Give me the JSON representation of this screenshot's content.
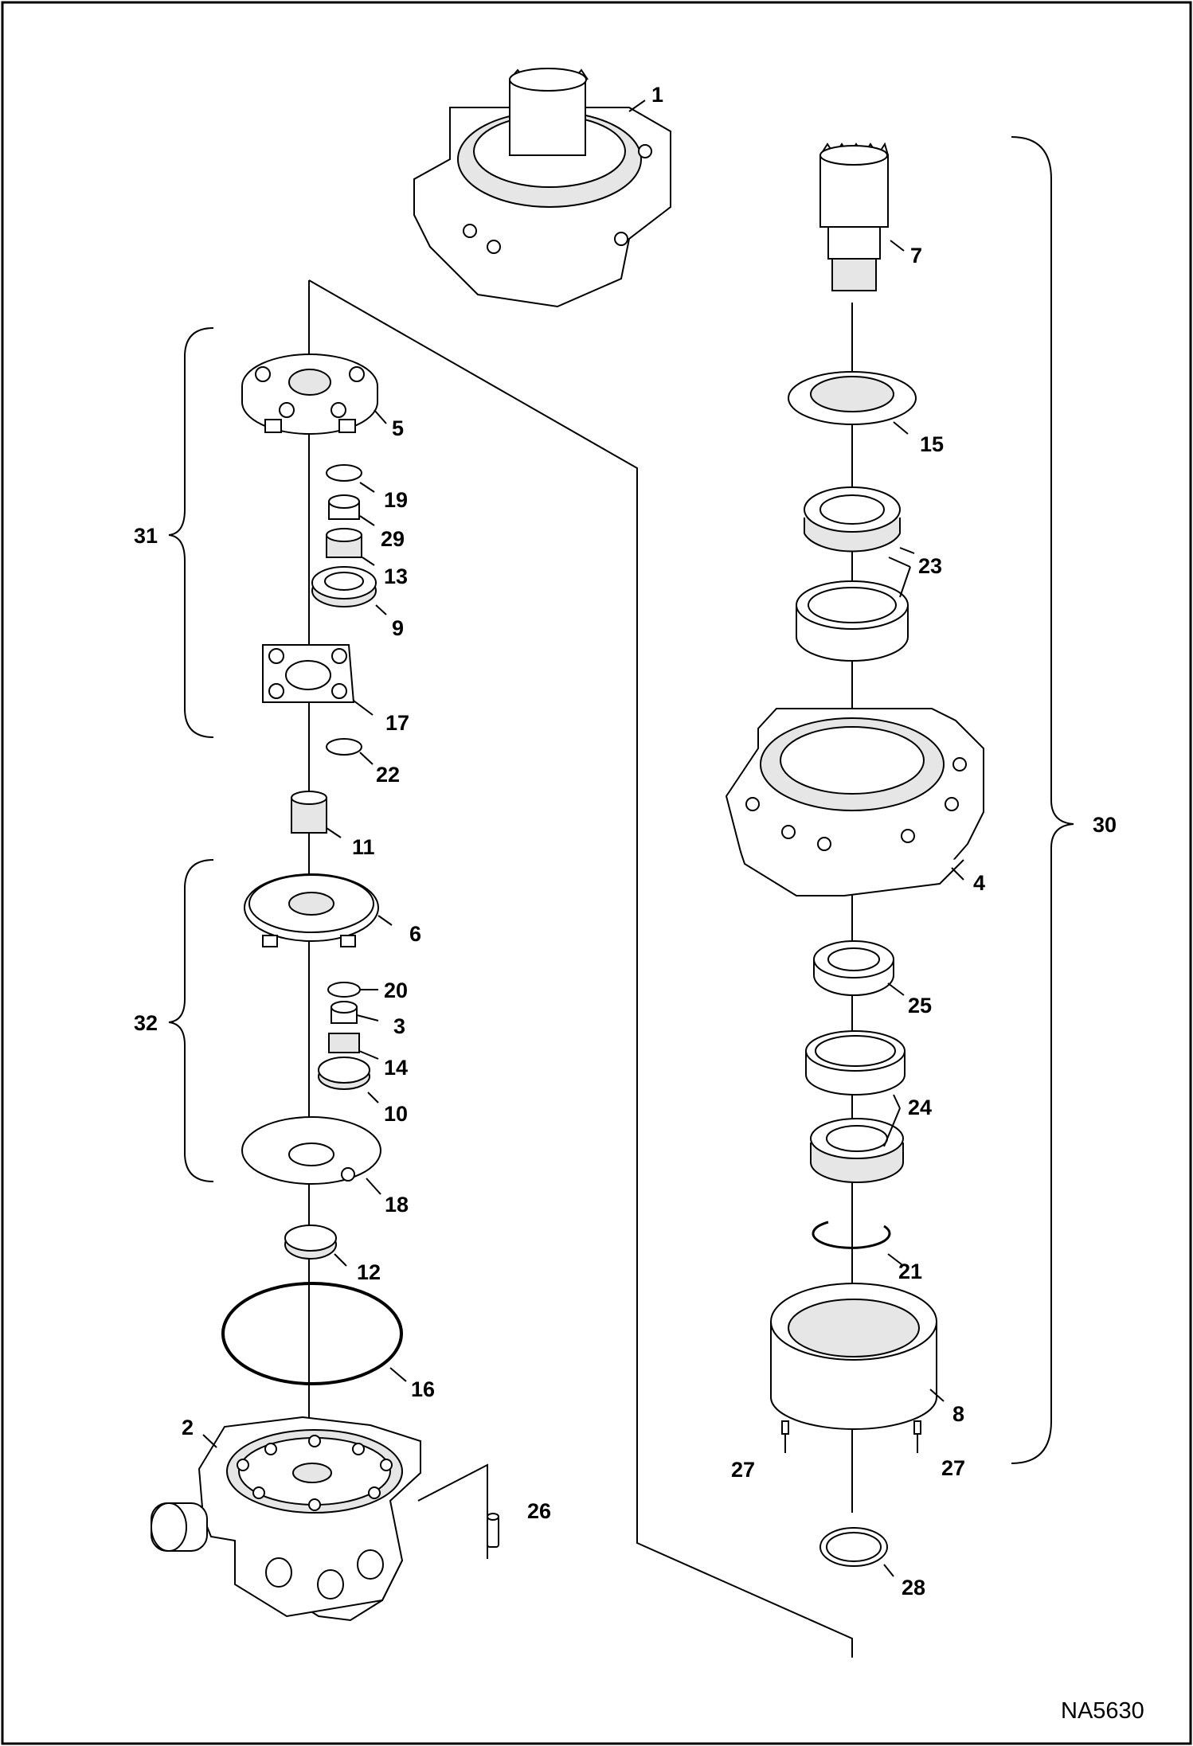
{
  "diagram": {
    "drawing_code": "NA5630",
    "callouts": [
      "1",
      "2",
      "3",
      "4",
      "5",
      "6",
      "7",
      "8",
      "9",
      "10",
      "11",
      "12",
      "13",
      "14",
      "15",
      "16",
      "17",
      "18",
      "19",
      "20",
      "21",
      "22",
      "23",
      "24",
      "25",
      "26",
      "27",
      "27",
      "28",
      "29",
      "30",
      "31",
      "32"
    ],
    "groups": [
      {
        "label": "31",
        "side": "left"
      },
      {
        "label": "32",
        "side": "left"
      },
      {
        "label": "30",
        "side": "right"
      }
    ]
  },
  "colors": {
    "line": "#000000",
    "background": "#ffffff",
    "part_fill": "#ffffff",
    "part_shade": "#e6e6e6"
  }
}
